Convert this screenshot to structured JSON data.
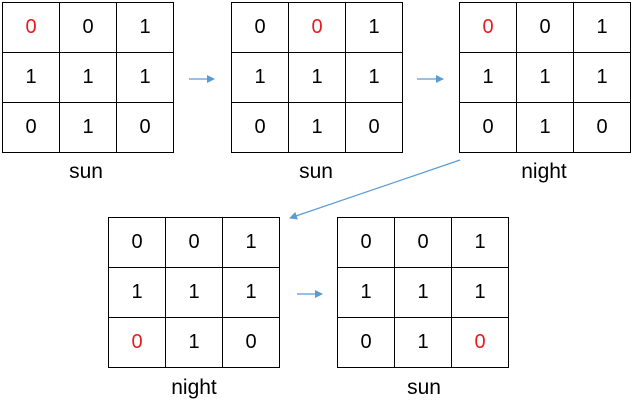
{
  "colors": {
    "highlight": "#e81c1c",
    "arrow": "#5b9bd5",
    "text": "#000000"
  },
  "steps": [
    {
      "label": "sun",
      "cells": [
        [
          "0",
          "0",
          "1"
        ],
        [
          "1",
          "1",
          "1"
        ],
        [
          "0",
          "1",
          "0"
        ]
      ],
      "highlight": [
        0,
        0
      ]
    },
    {
      "label": "sun",
      "cells": [
        [
          "0",
          "0",
          "1"
        ],
        [
          "1",
          "1",
          "1"
        ],
        [
          "0",
          "1",
          "0"
        ]
      ],
      "highlight": [
        0,
        1
      ]
    },
    {
      "label": "night",
      "cells": [
        [
          "0",
          "0",
          "1"
        ],
        [
          "1",
          "1",
          "1"
        ],
        [
          "0",
          "1",
          "0"
        ]
      ],
      "highlight": [
        0,
        0
      ]
    },
    {
      "label": "night",
      "cells": [
        [
          "0",
          "0",
          "1"
        ],
        [
          "1",
          "1",
          "1"
        ],
        [
          "0",
          "1",
          "0"
        ]
      ],
      "highlight": [
        2,
        0
      ]
    },
    {
      "label": "sun",
      "cells": [
        [
          "0",
          "0",
          "1"
        ],
        [
          "1",
          "1",
          "1"
        ],
        [
          "0",
          "1",
          "0"
        ]
      ],
      "highlight": [
        2,
        2
      ]
    }
  ]
}
